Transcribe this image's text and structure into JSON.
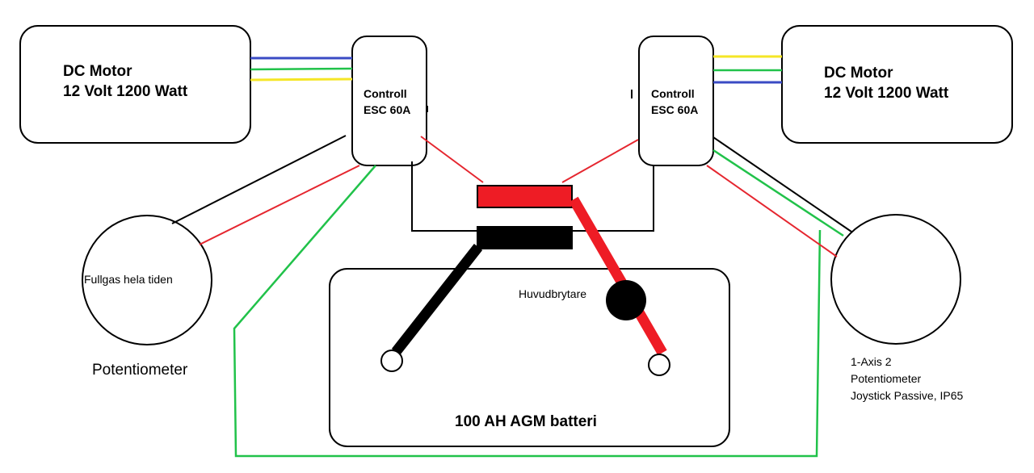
{
  "motors": [
    {
      "line1": "DC Motor",
      "line2": "12 Volt 1200 Watt"
    },
    {
      "line1": "DC Motor",
      "line2": "12 Volt 1200 Watt"
    }
  ],
  "controllers": [
    {
      "line1": "Controll",
      "line2": "ESC 60A"
    },
    {
      "line1": "Controll",
      "line2": "ESC 60A"
    }
  ],
  "left_potentiometer": {
    "inner": "Fullgas hela tiden",
    "caption": "Potentiometer"
  },
  "right_potentiometer": {
    "line1": "1-Axis 2",
    "line2": "Potentiometer",
    "line3": "Joystick Passive, IP65"
  },
  "battery": {
    "label": "100 AH AGM batteri"
  },
  "main_switch": {
    "label": "Huvudbrytare"
  },
  "wire_colors": {
    "black": "#000000",
    "red": "#e5262f",
    "green": "#21c24a",
    "blue": "#3a4bc4",
    "yellow": "#f5e626",
    "terminal_red": "#ee1c25"
  }
}
